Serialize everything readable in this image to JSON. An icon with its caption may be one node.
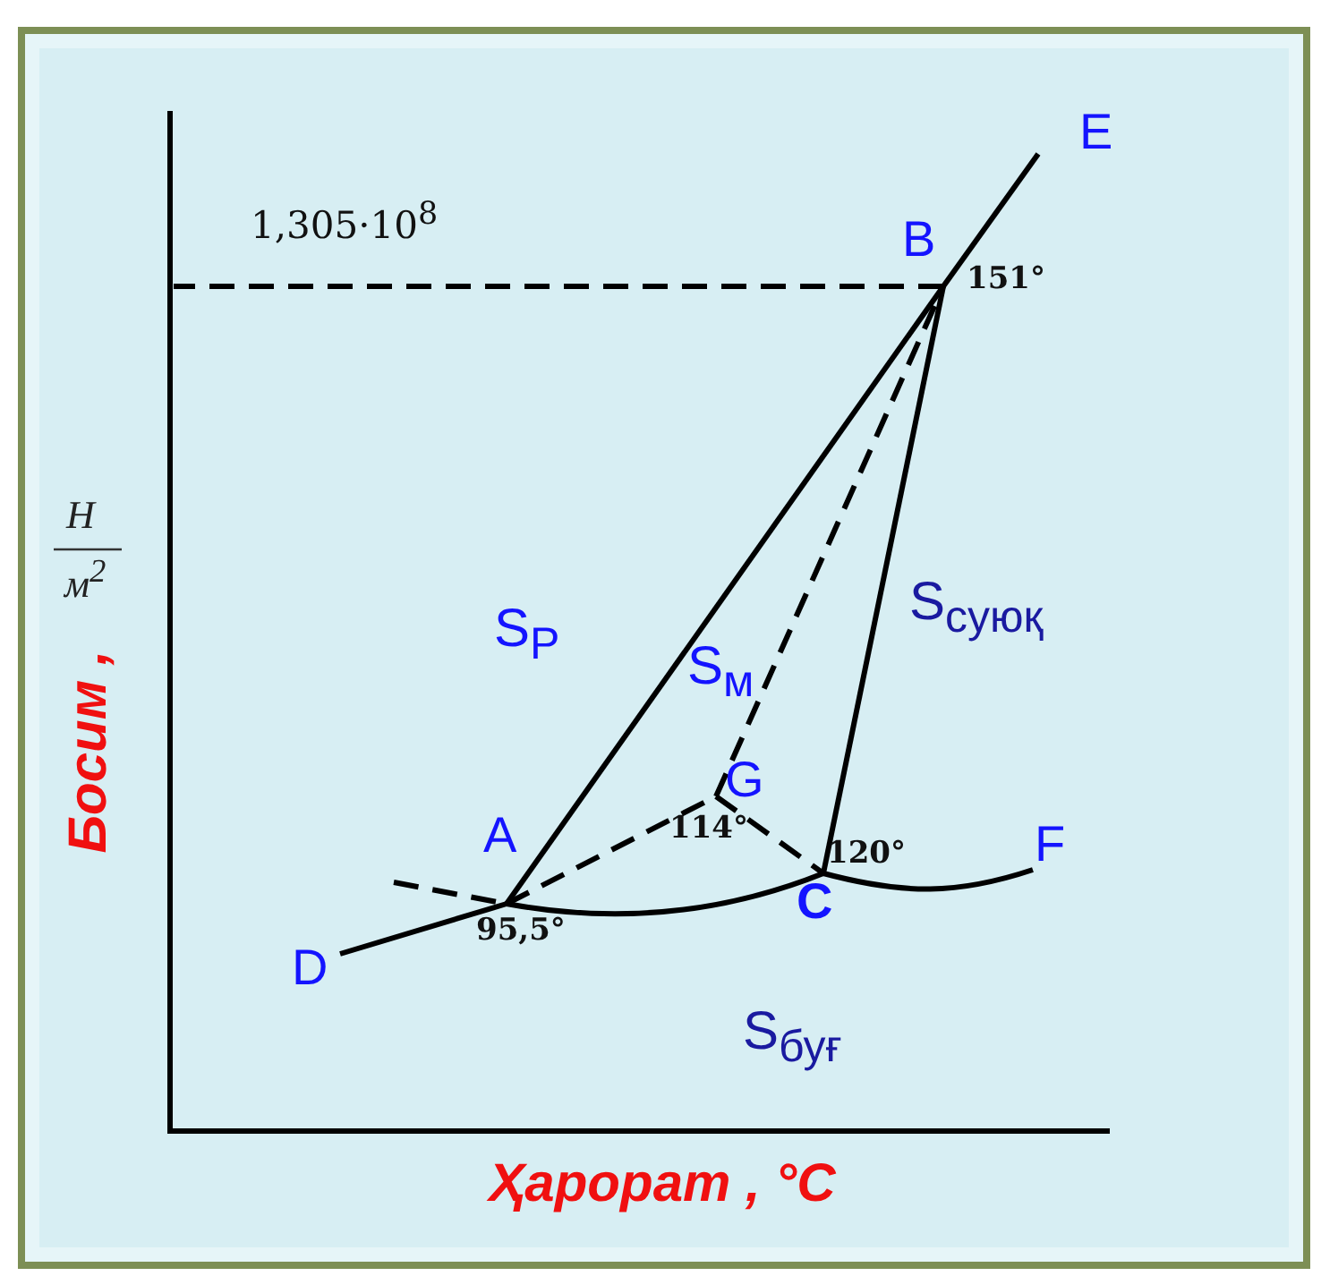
{
  "diagram": {
    "nodes": [
      {
        "text": [
          "E"
        ]
      },
      {
        "text": [
          "B"
        ],
        "beside": [
          "151°"
        ]
      },
      {
        "text": [
          "G"
        ],
        "beside": [
          "114°"
        ]
      },
      {
        "text": [
          "A"
        ],
        "beside": [
          "95,5°"
        ]
      },
      {
        "text": [
          "F"
        ]
      },
      {
        "text": [
          "C"
        ],
        "beside": [
          "120°"
        ]
      },
      {
        "text": [
          "D"
        ]
      }
    ],
    "edges": [
      {
        "from": 1,
        "to": null,
        "arrow": "none",
        "style": "dashed"
      },
      {
        "from": 1,
        "to": 0,
        "arrow": "none"
      },
      {
        "from": 3,
        "to": 1,
        "arrow": "none"
      },
      {
        "from": 5,
        "to": 1,
        "arrow": "none"
      },
      {
        "from": 2,
        "to": 1,
        "arrow": "none",
        "style": "dashed"
      },
      {
        "from": 3,
        "to": 2,
        "arrow": "none",
        "style": "dashed"
      },
      {
        "from": 2,
        "to": 5,
        "arrow": "none",
        "style": "dashed"
      },
      {
        "from": 6,
        "to": 3,
        "arrow": "none"
      },
      {
        "from": 3,
        "to": 5,
        "arrow": "none"
      },
      {
        "from": 5,
        "to": 4,
        "arrow": "none"
      },
      {
        "from": null,
        "to": 3,
        "arrow": "none",
        "style": "dashed"
      }
    ],
    "labels": [
      "1,305·10$^{8}$",
      "H",
      "м$^{2}$",
      "S$_{суюқ}$",
      "S$_{Р}$",
      "S$_{м}$",
      "Босим ,",
      "S$_{буғ}$",
      "Ҳарорат , °С"
    ]
  }
}
